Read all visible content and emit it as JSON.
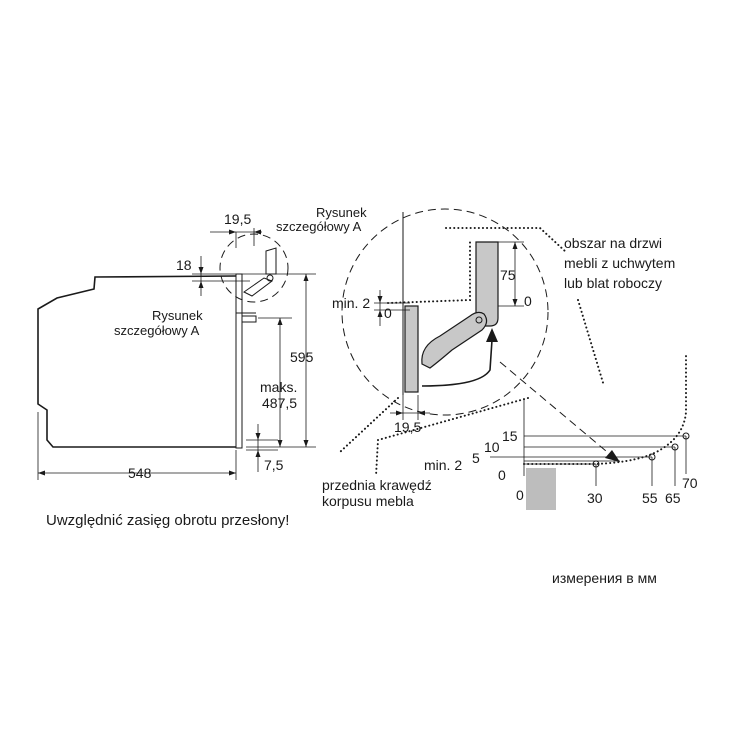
{
  "labels": {
    "rysunek_top": "Rysunek",
    "szczegolowy_top": "szczegółowy A",
    "rysunek_mid": "Rysunek",
    "szczegolowy_mid": "szczegółowy A",
    "dim_19_5_top": "19,5",
    "dim_18": "18",
    "dim_595": "595",
    "dim_maks": "maks.",
    "dim_487_5": "487,5",
    "dim_548": "548",
    "dim_7_5": "7,5",
    "min2_detail": "min. 2",
    "zero_detail_left": "0",
    "dim_75": "75",
    "zero_detail_right": "0",
    "dim_19_5_detail": "19,5",
    "obszar_line1": "obszar na drzwi",
    "obszar_line2": "mebli z uchwytem",
    "obszar_line3": "lub blat roboczy",
    "przednia_line1": "przednia krawędź",
    "przednia_line2": "korpusu mebla",
    "scale_15": "15",
    "scale_10": "10",
    "scale_5": "5",
    "scale_min2": "min. 2",
    "scale_0_left": "0",
    "scale_0_bottom": "0",
    "scale_30": "30",
    "scale_55": "55",
    "scale_65": "65",
    "scale_70": "70"
  },
  "notes": {
    "rotation_note": "Uwzględnić zasięg obrotu przesłony!",
    "units_note": "измерения в мм"
  }
}
